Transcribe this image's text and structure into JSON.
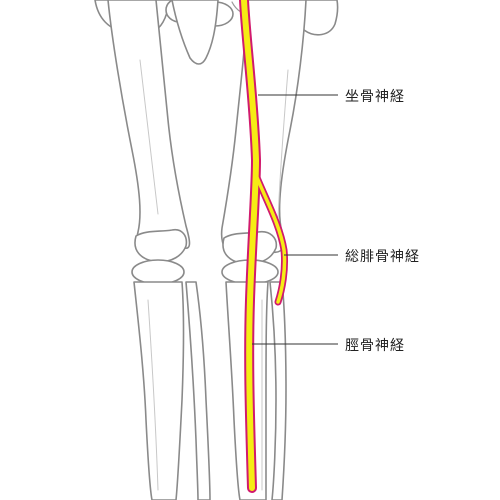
{
  "labels": {
    "sciatic": "坐骨神経",
    "common_peroneal": "総腓骨神経",
    "tibial": "脛骨神経"
  },
  "colors": {
    "bone_outline": "#8a8a8a",
    "nerve_fill": "#f6ec14",
    "nerve_border": "#d11a6e",
    "leader_line": "#333333",
    "label_text": "#222222"
  }
}
